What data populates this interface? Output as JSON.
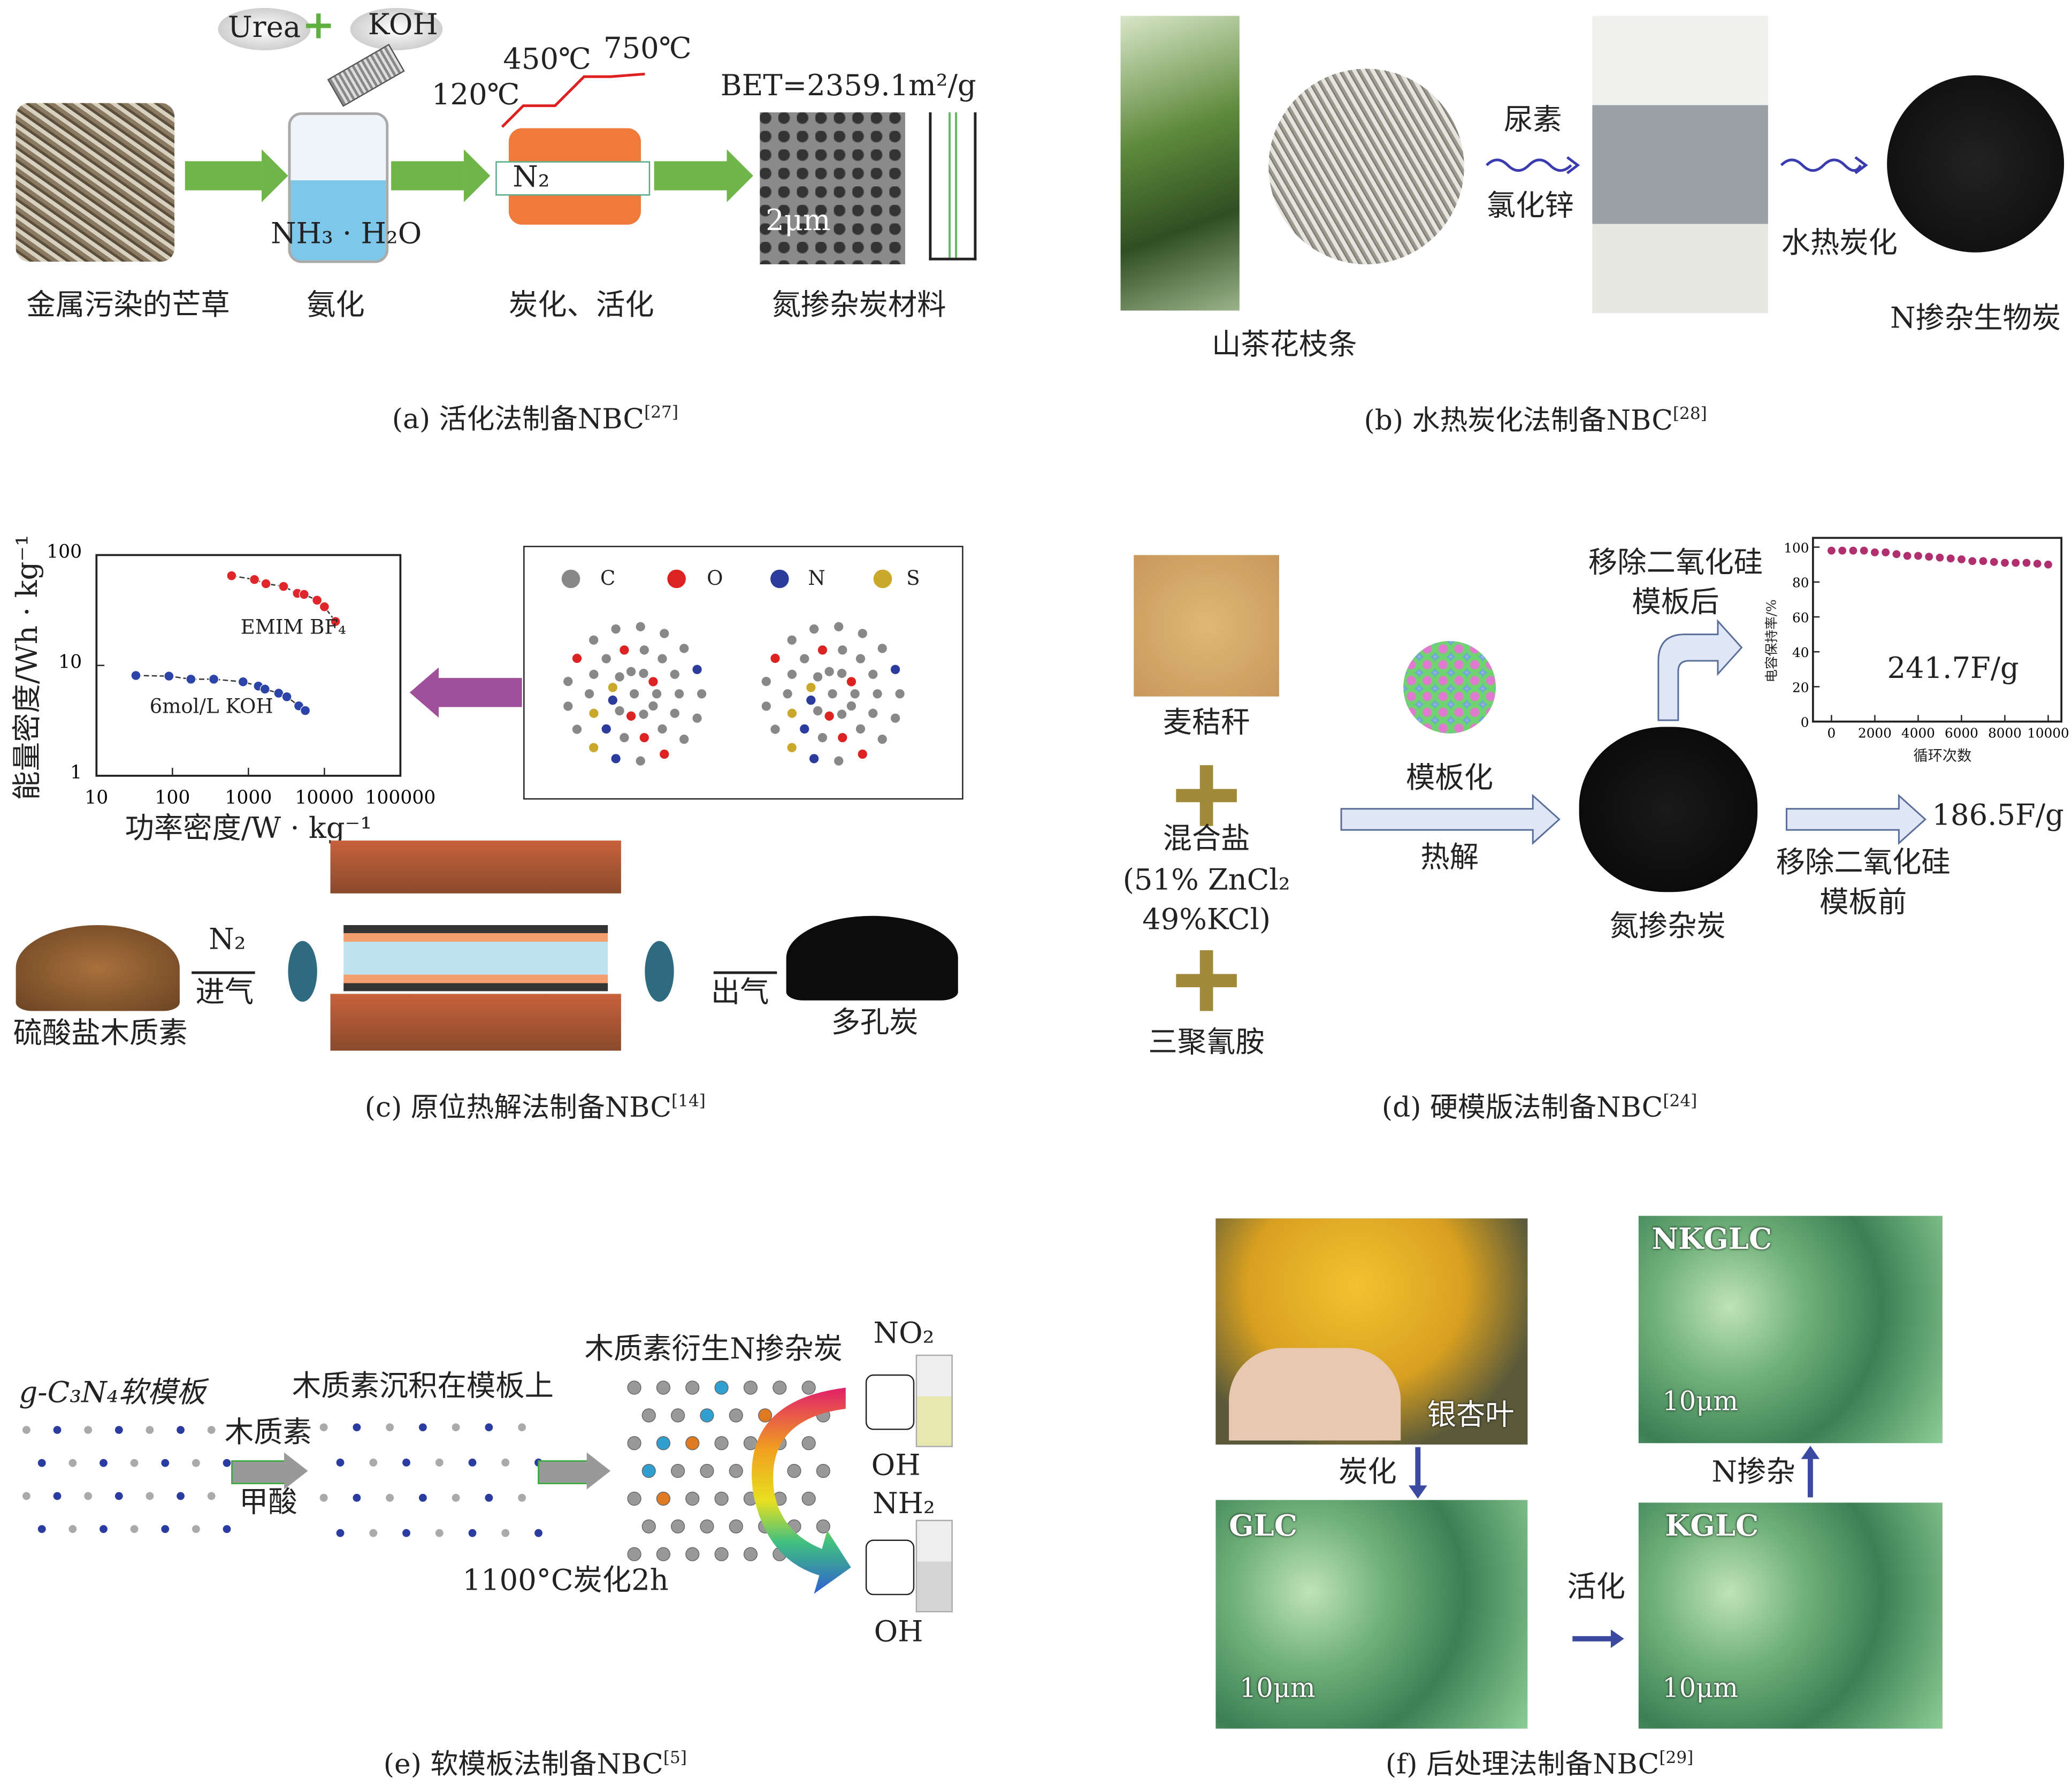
{
  "panel_a": {
    "reagent1": "Urea",
    "reagent2": "KOH",
    "jar_label": "NH₃ · H₂O",
    "gas": "N₂",
    "temp1": "120℃",
    "temp2": "450℃",
    "temp3": "750℃",
    "bet": "BET=2359.1m²/g",
    "scale": "2μm",
    "step_labels": [
      "金属污染的芒草",
      "氨化",
      "炭化、活化",
      "氮掺杂炭材料"
    ],
    "caption": "(a) 活化法制备NBC",
    "ref": "[27]"
  },
  "panel_b": {
    "labels": [
      "山茶花枝条",
      "尿素",
      "氯化锌",
      "水热炭化",
      "N掺杂生物炭"
    ],
    "caption": "(b) 水热炭化法制备NBC",
    "ref": "[28]"
  },
  "panel_c": {
    "legend": [
      "C",
      "O",
      "N",
      "S"
    ],
    "labels": {
      "n2": "N₂",
      "inlet": "进气",
      "outlet": "出气",
      "feed": "硫酸盐木质素",
      "product": "多孔炭"
    },
    "caption": "(c) 原位热解法制备NBC",
    "ref": "[14]"
  },
  "panel_d": {
    "labels": {
      "straw": "麦秸秆",
      "salt1": "混合盐",
      "salt2": "(51% ZnCl₂",
      "salt3": "49%KCl)",
      "melamine": "三聚氰胺",
      "templating": "模板化",
      "pyrolysis": "热解",
      "ndc": "氮掺杂炭",
      "after1": "移除二氧化硅",
      "after2": "模板后",
      "before1": "移除二氧化硅",
      "before2": "模板前",
      "cap_before": "186.5F/g"
    },
    "caption": "(d) 硬模版法制备NBC",
    "ref": "[24]"
  },
  "panel_e": {
    "labels": {
      "template": "g-C₃N₄软模板",
      "lignin": "木质素",
      "acid": "甲酸",
      "deposit": "木质素沉积在模板上",
      "derived": "木质素衍生N掺杂炭",
      "carbonize": "1100°C炭化2h",
      "no2": "NO₂",
      "oh1": "OH",
      "nh2": "NH₂",
      "oh2": "OH"
    },
    "caption": "(e) 软模板法制备NBC",
    "ref": "[5]"
  },
  "panel_f": {
    "labels": {
      "leaf": "银杏叶",
      "carbonize": "炭化",
      "dope": "N掺杂",
      "activate": "活化",
      "glc": "GLC",
      "kglc": "KGLC",
      "nkglc": "NKGLC",
      "scale": "10μm"
    },
    "caption": "(f) 后处理法制备NBC",
    "ref": "[29]"
  },
  "chart_data": [
    {
      "type": "scatter",
      "title": "",
      "xlabel": "功率密度/W · kg⁻¹",
      "ylabel": "能量密度/Wh · kg⁻¹",
      "xscale": "log",
      "yscale": "log",
      "xlim": [
        10,
        100000
      ],
      "ylim": [
        1,
        100
      ],
      "xticks": [
        "10",
        "100",
        "1000",
        "10000",
        "100000"
      ],
      "yticks": [
        "1",
        "10",
        "100"
      ],
      "series": [
        {
          "name": "EMIM BF₄",
          "color": "#e0262a",
          "x": [
            600,
            1200,
            1700,
            2900,
            4400,
            5400,
            8000,
            10000,
            14000
          ],
          "y": [
            65,
            60,
            55,
            52,
            45,
            44,
            39,
            34,
            25
          ]
        },
        {
          "name": "6mol/L KOH",
          "color": "#2c44a8",
          "x": [
            33,
            90,
            175,
            350,
            850,
            1350,
            1650,
            2500,
            3200,
            4600,
            5600
          ],
          "y": [
            8.1,
            8.0,
            7.5,
            7.5,
            7.1,
            6.5,
            6.1,
            5.6,
            5.2,
            4.3,
            3.9
          ]
        }
      ]
    },
    {
      "type": "scatter",
      "title": "",
      "xlabel": "循环次数",
      "ylabel": "电容保持率/%",
      "xlim": [
        0,
        10000
      ],
      "ylim": [
        0,
        100
      ],
      "xticks": [
        "0",
        "2000",
        "4000",
        "6000",
        "8000",
        "10000"
      ],
      "yticks": [
        "0",
        "20",
        "40",
        "60",
        "80",
        "100"
      ],
      "annotation": "241.7F/g",
      "series": [
        {
          "name": "retention",
          "color": "#b0306f",
          "x": [
            0,
            500,
            1000,
            1500,
            2000,
            2500,
            3000,
            3500,
            4000,
            4500,
            5000,
            5500,
            6000,
            6500,
            7000,
            7500,
            8000,
            8500,
            9000,
            9500,
            10000
          ],
          "y": [
            98,
            98,
            98,
            98,
            97,
            97,
            96,
            95,
            95,
            94.5,
            94,
            93.5,
            93,
            92,
            92,
            91.5,
            91,
            91,
            91,
            90.5,
            90
          ]
        }
      ]
    }
  ]
}
